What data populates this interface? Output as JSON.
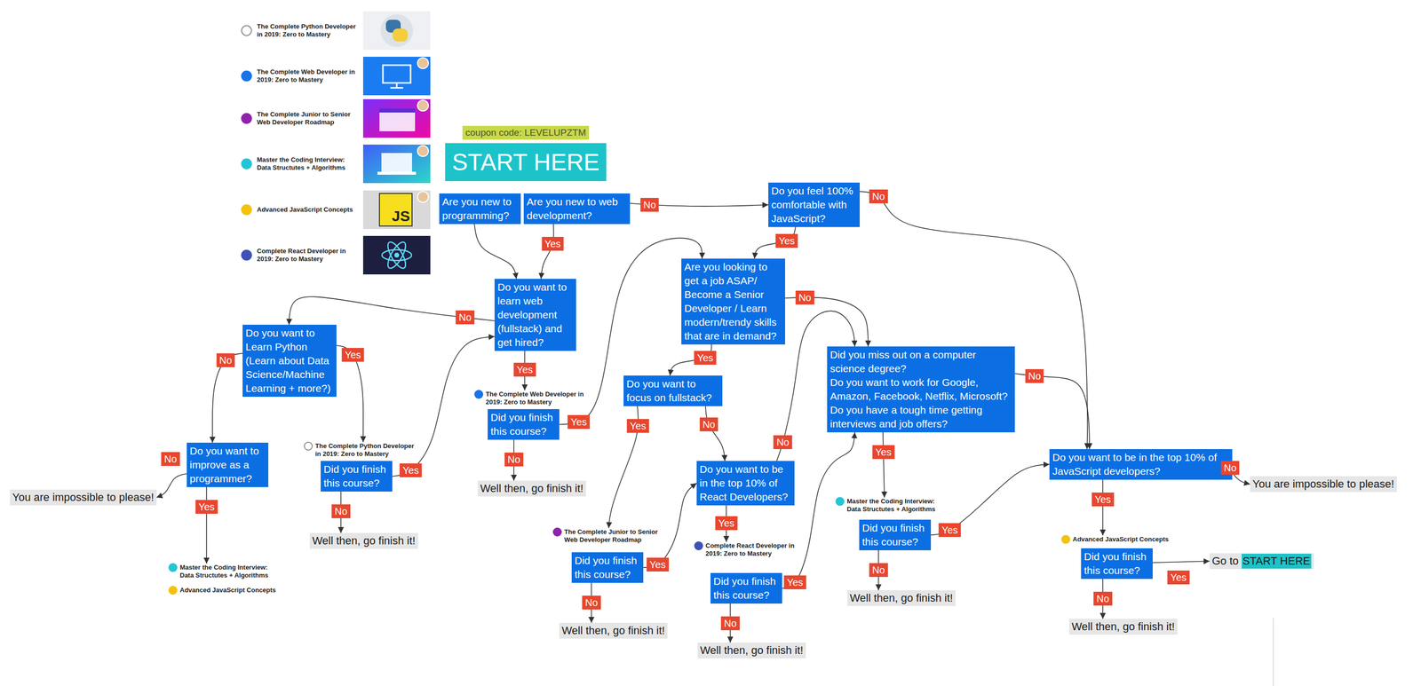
{
  "diagram": {
    "nodes": [
      {
        "text": [
          "coupon code: LEVELUPZTM"
        ]
      },
      {
        "text": [
          "START HERE"
        ]
      },
      {
        "text": [
          "Are you new to programming?"
        ]
      },
      {
        "text": [
          "Are you new to web development?"
        ]
      },
      {
        "text": [
          "Do you feel 100% comfortable with JavaScript?"
        ]
      },
      {
        "text": [
          "Are you looking to get a job ASAP/ Become a Senior Developer / Learn modern/trendy skills that are in demand?"
        ]
      },
      {
        "text": [
          "Do you want to learn web development (fullstack) and get hired?"
        ]
      },
      {
        "text": [
          "Do you want to Learn Python (Learn about Data Science/Machine Learning + more?)"
        ]
      },
      {
        "text": [
          "Did you miss out on a computer science degree?",
          "Do you want to work for Google, Amazon, Facebook, Netflix, Microsoft?",
          "Do you have a tough time getting interviews and job offers?"
        ]
      },
      {
        "text": [
          "Do you want to focus on fullstack?"
        ]
      },
      {
        "text": [
          "The Complete Web Developer in 2019: Zero to Mastery",
          "Did you finish this course?"
        ]
      },
      {
        "text": [
          "The Complete Python Developer in 2019: Zero to Mastery",
          "Did you finish this course?"
        ]
      },
      {
        "text": [
          "Do you want to improve as a programmer?"
        ]
      },
      {
        "text": [
          "You are impossible to please!"
        ]
      },
      {
        "text": [
          "Do you want to be in the top 10% of React Developers?"
        ]
      },
      {
        "text": [
          "Do you want to be in the top 10% of JavaScript developers?"
        ]
      },
      {
        "text": [
          "You are impossible to please!"
        ]
      },
      {
        "text": [
          "Master the Coding Interview: Data Structutes + Algorithms",
          "Did you finish this course?"
        ]
      },
      {
        "text": [
          "The Complete Junior to Senior Web Developer Roadmap",
          "Did you finish this course?"
        ]
      },
      {
        "text": [
          "Complete React Developer in 2019: Zero to Mastery",
          "Did you finish this course?"
        ]
      },
      {
        "text": [
          "Advanced JavaScript Concepts",
          "Did you finish this course?"
        ]
      },
      {
        "text": [
          "Go to",
          "START HERE"
        ]
      },
      {
        "text": [
          "Master the Coding Interview: Data Structutes + Algorithms",
          "Advanced JavaScript Concepts"
        ]
      },
      {
        "text": [
          "Well then, go finish it!"
        ]
      },
      {
        "text": [
          "Well then, go finish it!"
        ]
      },
      {
        "text": [
          "Well then, go finish it!"
        ]
      },
      {
        "text": [
          "Well then, go finish it!"
        ]
      },
      {
        "text": [
          "Well then, go finish it!"
        ]
      },
      {
        "text": [
          "Well then, go finish it!"
        ]
      }
    ],
    "edges": [
      {
        "from": 2,
        "to": 6,
        "arrow": "to"
      },
      {
        "from": 3,
        "to": 6,
        "label": "Yes",
        "arrow": "to"
      },
      {
        "from": 3,
        "to": 4,
        "label": "No",
        "arrow": "to"
      },
      {
        "from": 10,
        "to": 5,
        "label": "Yes",
        "arrow": "to"
      },
      {
        "from": 4,
        "to": 5,
        "label": "Yes",
        "arrow": "to"
      },
      {
        "from": 4,
        "to": 15,
        "label": "No",
        "arrow": "to"
      },
      {
        "from": 5,
        "to": 9,
        "label": "Yes",
        "arrow": "to"
      },
      {
        "from": 5,
        "to": 8,
        "label": "No",
        "arrow": "to"
      },
      {
        "from": 6,
        "to": 10,
        "label": "Yes",
        "arrow": "to"
      },
      {
        "from": 6,
        "to": 7,
        "label": "No",
        "arrow": "to"
      },
      {
        "from": 7,
        "to": 12,
        "label": "No",
        "arrow": "to"
      },
      {
        "from": 7,
        "to": 11,
        "label": "Yes",
        "arrow": "to"
      },
      {
        "from": 12,
        "to": 13,
        "label": "No",
        "arrow": "to"
      },
      {
        "from": 12,
        "to": 22,
        "label": "Yes",
        "arrow": "to"
      },
      {
        "from": 11,
        "to": 24,
        "label": "No",
        "arrow": "to"
      },
      {
        "from": 11,
        "to": 6,
        "label": "Yes",
        "arrow": "to"
      },
      {
        "from": 10,
        "to": 23,
        "label": "No",
        "arrow": "to"
      },
      {
        "from": 9,
        "to": 18,
        "label": "Yes",
        "arrow": "to"
      },
      {
        "from": 9,
        "to": 14,
        "label": "No",
        "arrow": "to"
      },
      {
        "from": 18,
        "to": 25,
        "label": "No",
        "arrow": "to"
      },
      {
        "from": 18,
        "to": 14,
        "label": "Yes",
        "arrow": "to"
      },
      {
        "from": 14,
        "to": 19,
        "label": "Yes",
        "arrow": "to"
      },
      {
        "from": 14,
        "to": 8,
        "label": "No",
        "arrow": "to"
      },
      {
        "from": 19,
        "to": 26,
        "label": "No",
        "arrow": "to"
      },
      {
        "from": 19,
        "to": 8,
        "label": "Yes",
        "arrow": "to"
      },
      {
        "from": 8,
        "to": 17,
        "label": "Yes",
        "arrow": "to"
      },
      {
        "from": 8,
        "to": 15,
        "label": "No",
        "arrow": "to"
      },
      {
        "from": 17,
        "to": 27,
        "label": "No",
        "arrow": "to"
      },
      {
        "from": 17,
        "to": 15,
        "label": "Yes",
        "arrow": "to"
      },
      {
        "from": 15,
        "to": 20,
        "label": "Yes",
        "arrow": "to"
      },
      {
        "from": 15,
        "to": 16,
        "label": "No",
        "arrow": "to"
      },
      {
        "from": 20,
        "to": 21,
        "label": "Yes",
        "arrow": "to"
      },
      {
        "from": 20,
        "to": 28,
        "label": "No",
        "arrow": "to"
      }
    ],
    "labels": [
      "JS"
    ],
    "legend": [
      {
        "text": "The Complete Python Developer in 2019: Zero to Mastery"
      },
      {
        "text": "The Complete Web Developer in 2019: Zero to Mastery",
        "color": "#1a73e8"
      },
      {
        "text": "The Complete Junior to Senior Web Developer Roadmap",
        "color": "#8e24aa"
      },
      {
        "text": "Master the Coding Interview: Data Structutes + Algorithms",
        "color": "#22c5d6"
      },
      {
        "text": "Advanced JavaScript Concepts",
        "color": "#f4c20d"
      },
      {
        "text": "Complete React Developer in 2019: Zero to Mastery",
        "color": "#3f51b5"
      }
    ]
  }
}
